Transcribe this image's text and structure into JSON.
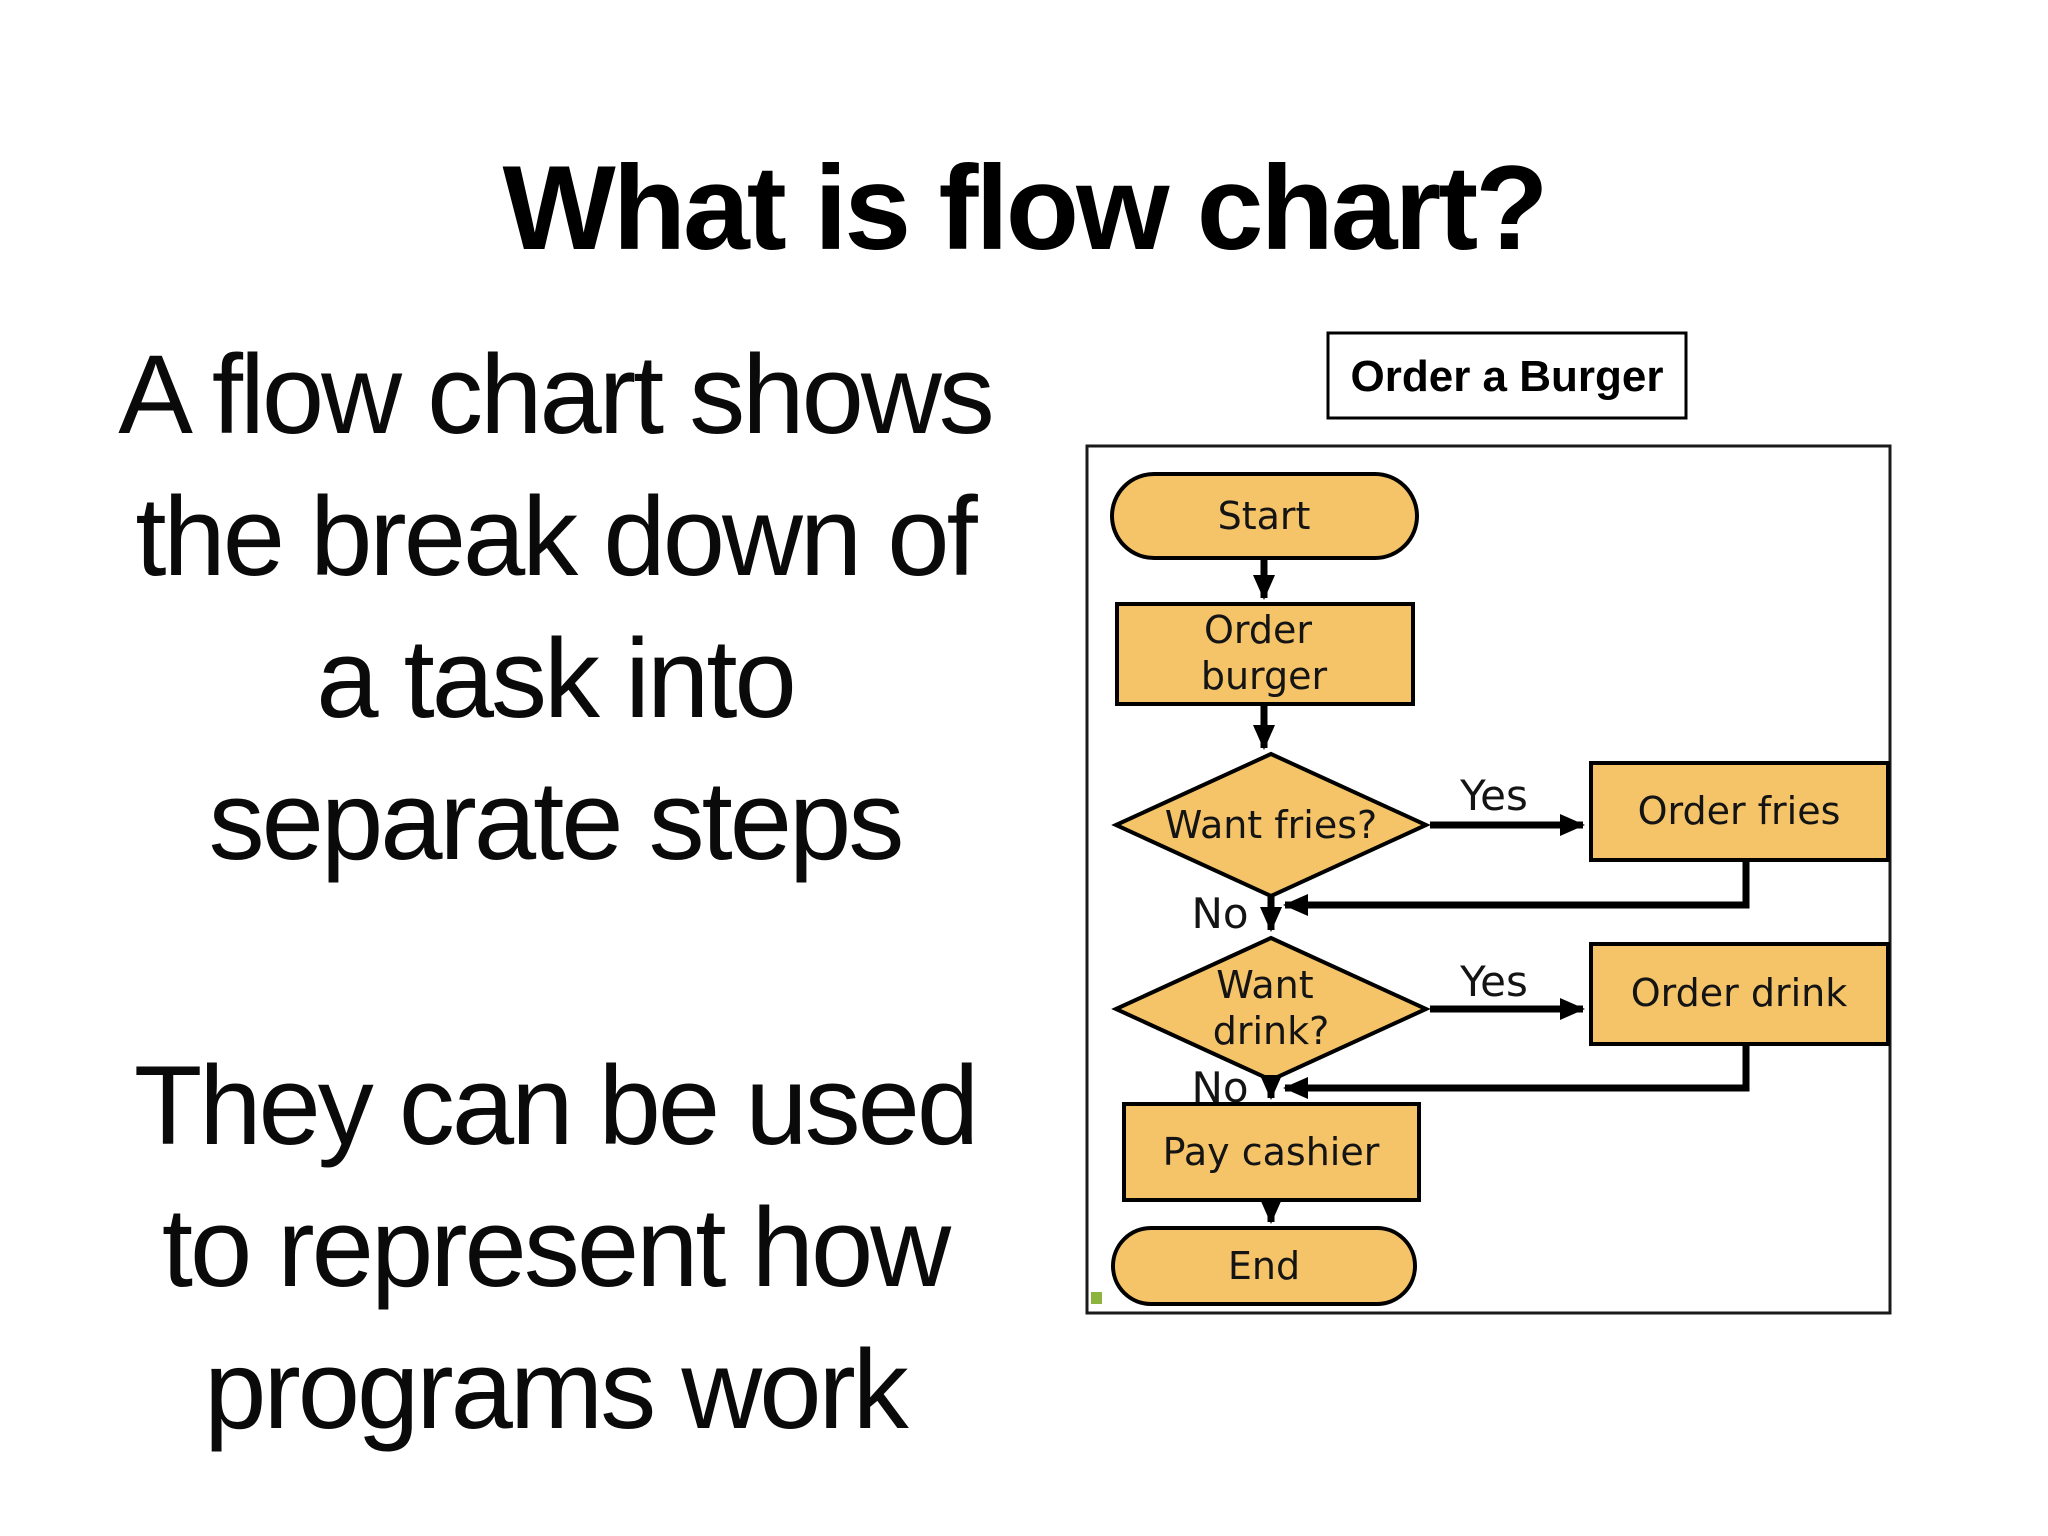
{
  "title": "What is flow chart?",
  "body": {
    "paragraph1_lines": [
      "A flow chart shows",
      "the break down of",
      "a task into",
      "separate steps"
    ],
    "paragraph2_lines": [
      "They can be used",
      "to represent how",
      "programs work"
    ]
  },
  "flowchart": {
    "caption": "Order a Burger",
    "colors": {
      "shape_fill": "#F5C469",
      "shape_border": "#000000",
      "arrow": "#000000",
      "frame_border": "#000000",
      "caption_box_bg": "#ffffff",
      "artifact_green": "#8CB43E"
    },
    "nodes": {
      "start": "Start",
      "order_burger": [
        "Order",
        "burger"
      ],
      "want_fries": "Want fries?",
      "order_fries": "Order fries",
      "want_drink": [
        "Want",
        "drink?"
      ],
      "order_drink": "Order drink",
      "pay_cashier": "Pay cashier",
      "end": "End"
    },
    "edge_labels": {
      "yes1": "Yes",
      "no1": "No",
      "yes2": "Yes",
      "no2": "No"
    }
  }
}
